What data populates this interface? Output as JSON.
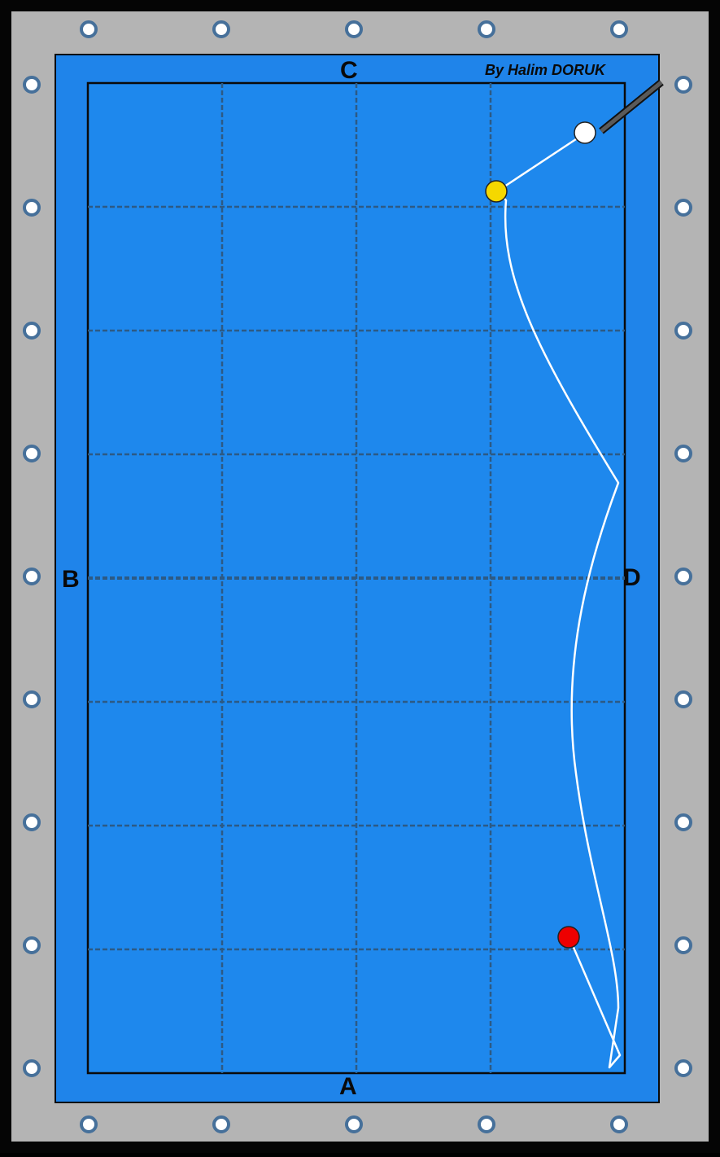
{
  "credit": "By Halim DORUK",
  "cushions": {
    "top": "C",
    "bottom": "A",
    "left": "B",
    "right": "D"
  },
  "colors": {
    "frame": "#b4b4b4",
    "border": "#050505",
    "rail": "#1f84ea",
    "cloth": "#1e88ed",
    "grid_line": "#2d5a84",
    "diamond_fill": "#ffffff",
    "diamond_ring": "#46709a",
    "path": "#ffffff",
    "cue": "#3a3a3a"
  },
  "balls": [
    {
      "name": "cue-ball-white",
      "color": "#ffffff"
    },
    {
      "name": "object-ball-yellow",
      "color": "#f5d800"
    },
    {
      "name": "object-ball-red",
      "color": "#ee0000"
    }
  ],
  "grid": {
    "columns": 4,
    "rows": 8
  },
  "diamonds": {
    "per_long_side": 9,
    "per_short_side": 5
  }
}
